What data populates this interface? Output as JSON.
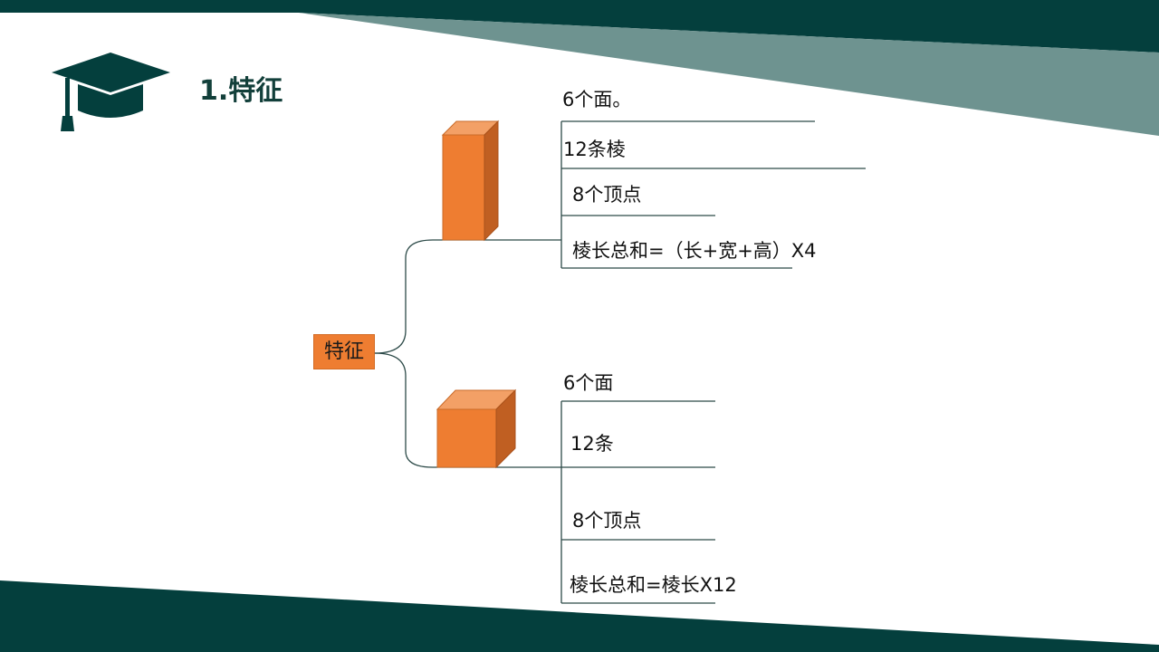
{
  "slide": {
    "title": "1.特征",
    "title_icon": "graduation-cap-icon",
    "colors": {
      "dark_teal": "#043f3d",
      "light_teal": "#6e9390",
      "orange": "#ee7d31",
      "orange_side": "#c05f22",
      "orange_top": "#f3a066",
      "line": "#2c4a48"
    }
  },
  "mindmap": {
    "root": "特征",
    "branches": [
      {
        "shape": "cuboid",
        "items": [
          "6个面。",
          "12条棱",
          "8个顶点",
          "棱长总和=（长+宽+高）X4"
        ]
      },
      {
        "shape": "cube",
        "items": [
          "6个面",
          "12条",
          "8个顶点",
          "棱长总和=棱长X12"
        ]
      }
    ]
  }
}
